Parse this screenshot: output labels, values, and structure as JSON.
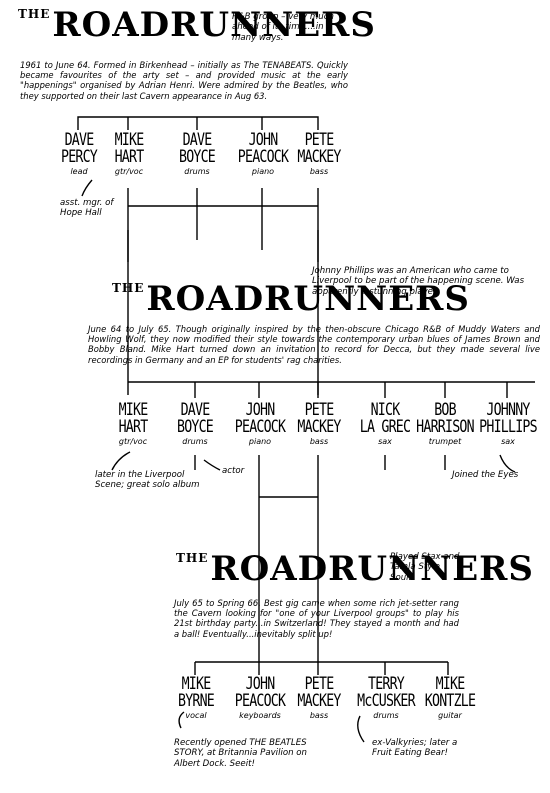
{
  "groups": [
    {
      "the": "THE",
      "name": "ROADRUNNERS",
      "side_note": "R&B group – very much ahead of its time....in many ways.",
      "history": "1961 to June 64. Formed in Birkenhead – initially as The TENABEATS. Quickly became favourites of the arty set – and provided music at the early \"happenings\" organised by Adrian Henri. Were admired by the Beatles, who they supported on their last Cavern appearance in Aug 63.",
      "members": [
        {
          "first": "DAVE",
          "last": "PERCY",
          "inst": "lead"
        },
        {
          "first": "MIKE",
          "last": "HART",
          "inst": "gtr/voc"
        },
        {
          "first": "DAVE",
          "last": "BOYCE",
          "inst": "drums"
        },
        {
          "first": "JOHN",
          "last": "PEACOCK",
          "inst": "piano"
        },
        {
          "first": "PETE",
          "last": "MACKEY",
          "inst": "bass"
        }
      ],
      "annotations": [
        {
          "text": "asst. mgr. of Hope Hall"
        }
      ]
    },
    {
      "the": "THE",
      "name": "ROADRUNNERS",
      "side_note": "Johnny Phillips was an American who came to Liverpool to be part of the happening scene. Was apparently a stunning player.",
      "history": "June 64 to July 65. Though originally inspired by the then-obscure Chicago R&B of Muddy Waters and Howling Wolf, they now modified their style towards the contemporary urban blues of James Brown and Bobby Bland. Mike Hart turned down an invitation to record for Decca, but they made several live recordings in Germany and an EP for students' rag charities.",
      "members": [
        {
          "first": "MIKE",
          "last": "HART",
          "inst": "gtr/voc"
        },
        {
          "first": "DAVE",
          "last": "BOYCE",
          "inst": "drums"
        },
        {
          "first": "JOHN",
          "last": "PEACOCK",
          "inst": "piano"
        },
        {
          "first": "PETE",
          "last": "MACKEY",
          "inst": "bass"
        },
        {
          "first": "NICK",
          "last": "LA GREC",
          "inst": "sax"
        },
        {
          "first": "BOB",
          "last": "HARRISON",
          "inst": "trumpet"
        },
        {
          "first": "JOHNNY",
          "last": "PHILLIPS",
          "inst": "sax"
        }
      ],
      "annotations": [
        {
          "text": "later in the Liverpool Scene; great solo album"
        },
        {
          "text": "actor"
        },
        {
          "text": "Joined the Eyes"
        }
      ]
    },
    {
      "the": "THE",
      "name": "ROADRUNNERS",
      "side_note": "Played Stax and Tamla Style Soul.",
      "history": "July 65 to Spring 66. Best gig came when some rich jet-setter rang the Cavern looking for \"one of your Liverpool groups\" to play his 21st birthday party...in Switzerland! They stayed a month and had a ball! Eventually...inevitably split up!",
      "members": [
        {
          "first": "MIKE",
          "last": "BYRNE",
          "inst": "vocal"
        },
        {
          "first": "JOHN",
          "last": "PEACOCK",
          "inst": "keyboards"
        },
        {
          "first": "PETE",
          "last": "MACKEY",
          "inst": "bass"
        },
        {
          "first": "TERRY",
          "last": "McCUSKER",
          "inst": "drums"
        },
        {
          "first": "MIKE",
          "last": "KONTZLE",
          "inst": "guitar"
        }
      ],
      "annotations": [
        {
          "text": "Recently opened THE BEATLES STORY, at Britannia Pavilion on Albert Dock. Seeit!"
        },
        {
          "text": "ex-Valkyries; later a Fruit Eating Bear!"
        }
      ]
    }
  ]
}
